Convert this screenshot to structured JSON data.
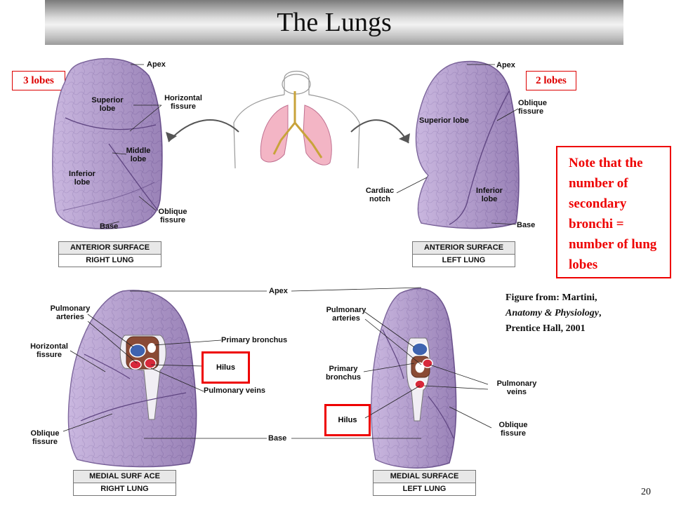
{
  "title": "The Lungs",
  "lobe_labels": {
    "right": "3 lobes",
    "left": "2 lobes"
  },
  "note": "Note that the number of secondary bronchi = number of lung lobes",
  "credit": {
    "prefix": "Figure from: Martini,",
    "book": "Anatomy & Physiology",
    "suffix": ",",
    "publisher": "Prentice Hall, 2001"
  },
  "page_number": "20",
  "anterior_right": {
    "labels": {
      "apex": "Apex",
      "superior": "Superior lobe",
      "horizontal": "Horizontal fissure",
      "middle": "Middle lobe",
      "inferior": "Inferior lobe",
      "oblique": "Oblique fissure",
      "base": "Base"
    },
    "caption_top": "ANTERIOR SURFACE",
    "caption_bottom": "RIGHT LUNG"
  },
  "anterior_left": {
    "labels": {
      "apex": "Apex",
      "oblique": "Oblique fissure",
      "superior": "Superior lobe",
      "cardiac": "Cardiac notch",
      "inferior": "Inferior lobe",
      "base": "Base"
    },
    "caption_top": "ANTERIOR SURFACE",
    "caption_bottom": "LEFT LUNG"
  },
  "medial_right": {
    "labels": {
      "pulm_arteries": "Pulmonary arteries",
      "horizontal": "Horizontal fissure",
      "primary_bronchus": "Primary bronchus",
      "hilus": "Hilus",
      "pulm_veins": "Pulmonary  veins",
      "oblique": "Oblique fissure"
    },
    "caption_top": "MEDIAL SURF ACE",
    "caption_bottom": "RIGHT LUNG"
  },
  "medial_left": {
    "labels": {
      "pulm_arteries": "Pulmonary arteries",
      "primary_bronchus": "Primary bronchus",
      "hilus": "Hilus",
      "pulm_veins": "Pulmonary veins",
      "oblique": "Oblique fissure"
    },
    "caption_top": "MEDIAL SURFACE",
    "caption_bottom": "LEFT LUNG"
  },
  "shared_labels": {
    "apex": "Apex",
    "base": "Base"
  },
  "colors": {
    "lung_fill": "#b59bd2",
    "lung_dark": "#8f72b3",
    "accent_red": "#e00000",
    "bronchus_pink": "#e8a7b8"
  }
}
